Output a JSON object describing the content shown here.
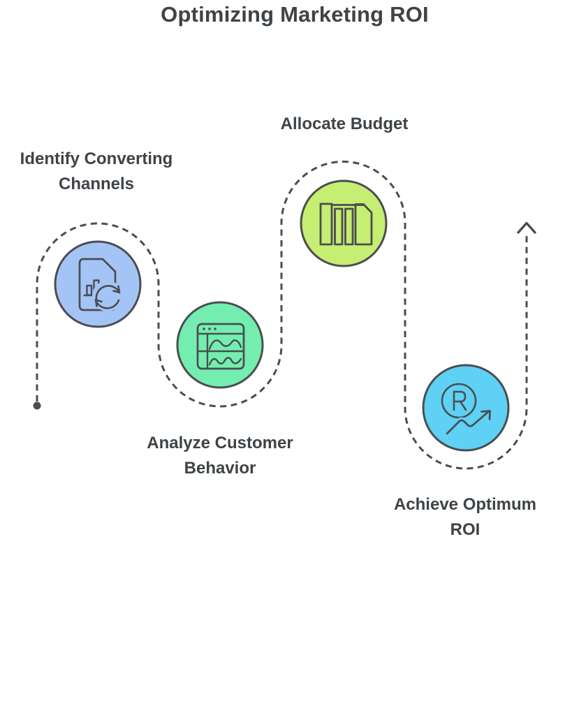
{
  "title": "Optimizing Marketing ROI",
  "colors": {
    "ink": "#4a4d50",
    "label_text": "#3e4347",
    "step1_fill": "#a5c4f6",
    "step2_fill": "#74eeb0",
    "step3_fill": "#c6ee72",
    "step4_fill": "#5fd1f4",
    "background": "#ffffff"
  },
  "flow": {
    "style": "dashed-serpentine",
    "start_marker": "dot",
    "end_marker": "up-arrow"
  },
  "steps": [
    {
      "order": 1,
      "label": "Identify Converting Channels",
      "lines": [
        "Identify Converting",
        "Channels"
      ],
      "color": "#a5c4f6",
      "icon": "document-chart-sync-icon"
    },
    {
      "order": 2,
      "label": "Analyze Customer Behavior",
      "lines": [
        "Analyze Customer",
        "Behavior"
      ],
      "color": "#74eeb0",
      "icon": "browser-analytics-icon"
    },
    {
      "order": 3,
      "label": "Allocate Budget",
      "lines": [
        "Allocate Budget"
      ],
      "color": "#c6ee72",
      "icon": "budget-books-icon"
    },
    {
      "order": 4,
      "label": "Achieve Optimum ROI",
      "lines": [
        "Achieve Optimum",
        "ROI"
      ],
      "color": "#5fd1f4",
      "icon": "roi-trend-arrow-icon"
    }
  ]
}
